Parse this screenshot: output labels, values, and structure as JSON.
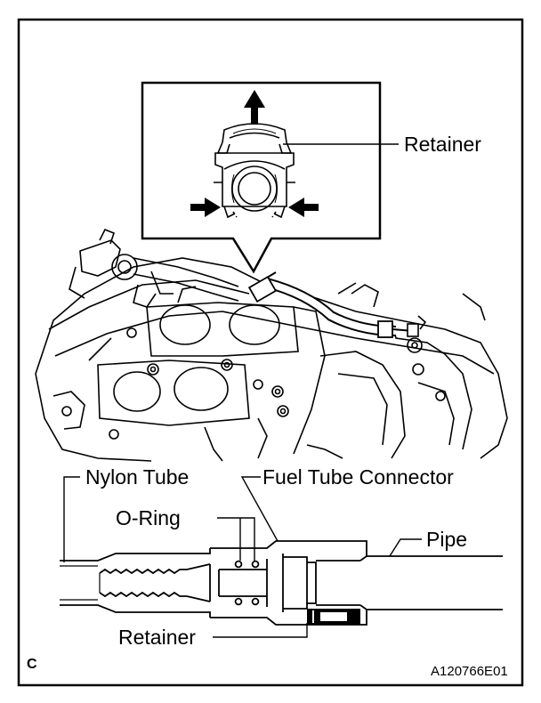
{
  "labels": {
    "retainer_top": "Retainer",
    "nylon_tube": "Nylon Tube",
    "fuel_tube_connector": "Fuel Tube Connector",
    "o_ring": "O-Ring",
    "pipe": "Pipe",
    "retainer_bottom": "Retainer",
    "corner_code": "C",
    "figure_id": "A120766E01"
  },
  "colors": {
    "ink": "#000000",
    "paper": "#ffffff"
  }
}
